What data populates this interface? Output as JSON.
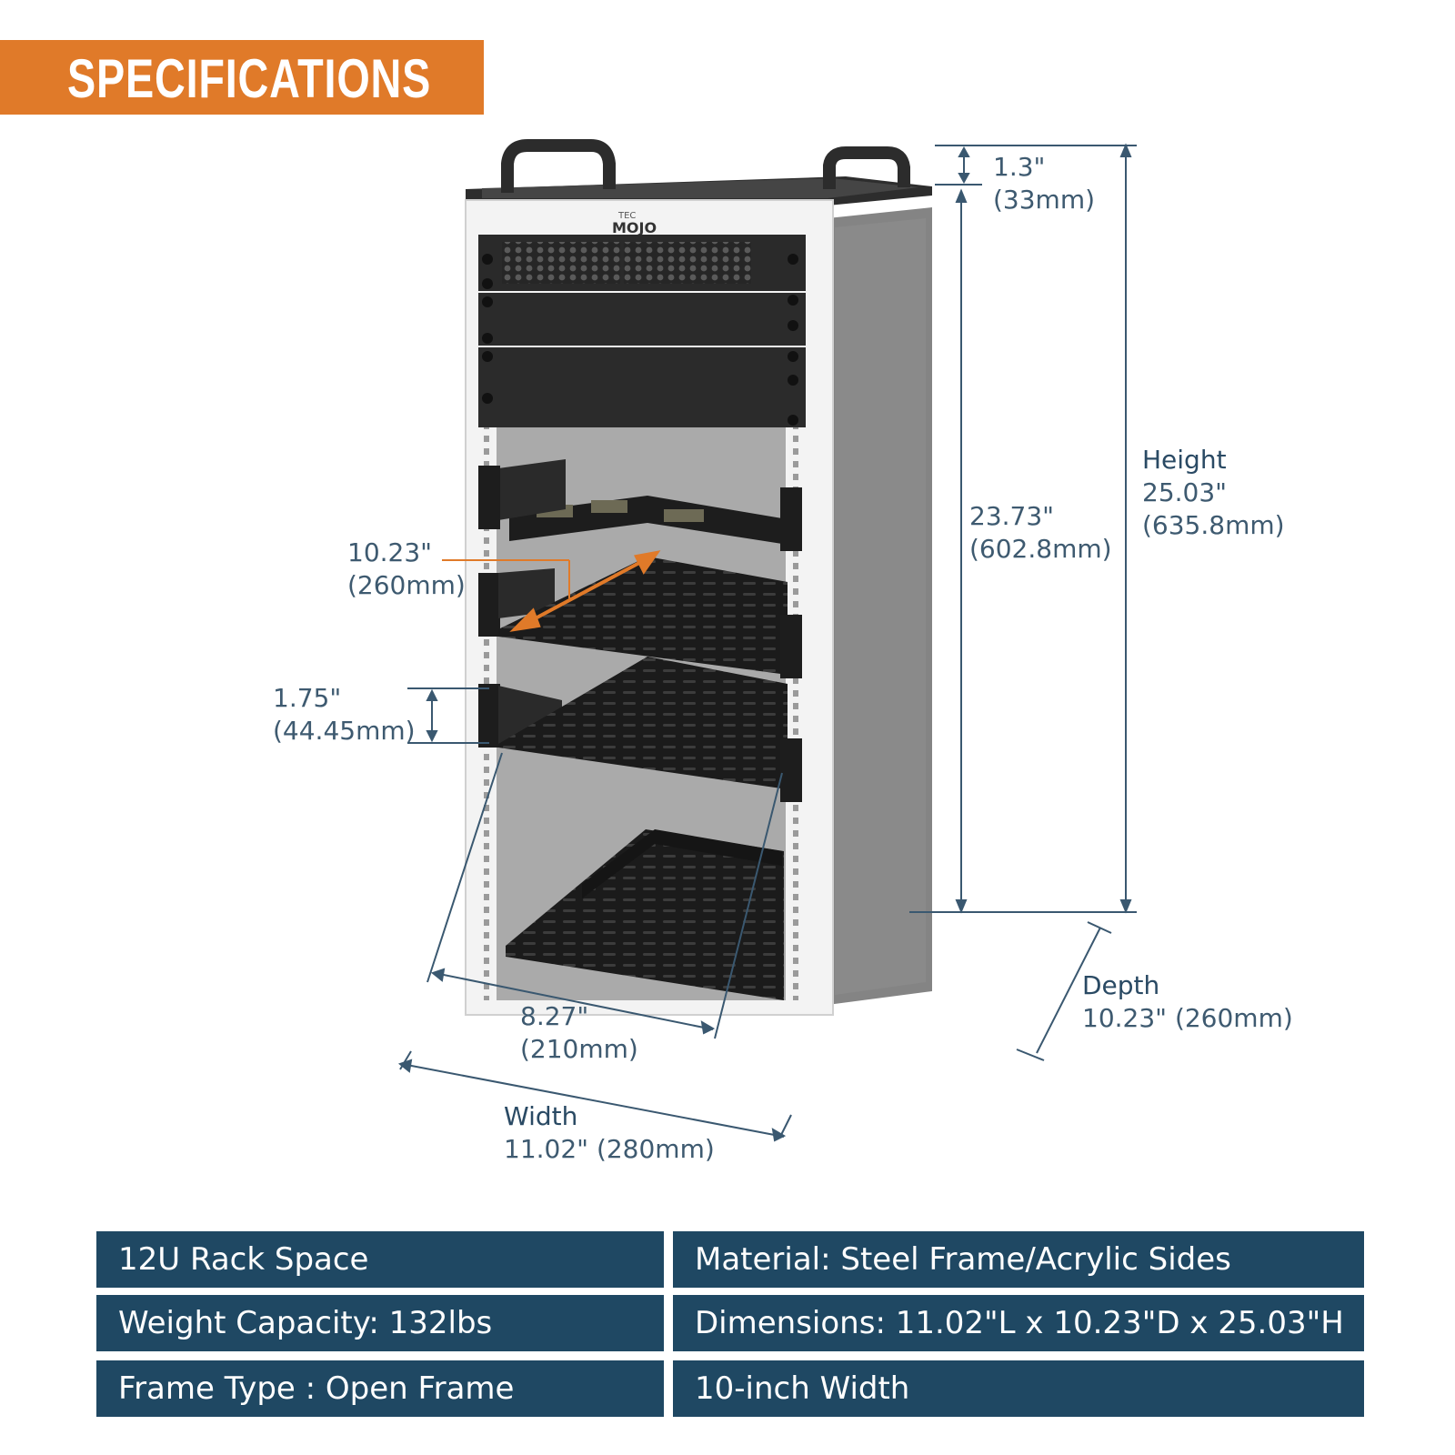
{
  "banner": {
    "title": "SPECIFICATIONS"
  },
  "product": {
    "brand_top": "TEC",
    "brand": "MOJO"
  },
  "dimensions": {
    "top_gap": {
      "value": "1.3\"",
      "metric": "(33mm)"
    },
    "inner_height": {
      "value": "23.73\"",
      "metric": "(602.8mm)"
    },
    "height": {
      "label": "Height",
      "value": "25.03\"",
      "metric": "(635.8mm)"
    },
    "shelf_depth": {
      "value": "10.23\"",
      "metric": "(260mm)"
    },
    "unit_height": {
      "value": "1.75\"",
      "metric": "(44.45mm)"
    },
    "inner_width": {
      "value": "8.27\"",
      "metric": "(210mm)"
    },
    "width": {
      "label": "Width",
      "value": "11.02\" (280mm)"
    },
    "depth": {
      "label": "Depth",
      "value": "10.23\" (260mm)"
    }
  },
  "specs": [
    [
      "12U Rack Space",
      "Material: Steel Frame/Acrylic Sides"
    ],
    [
      "Weight Capacity: 132lbs",
      "Dimensions: 11.02\"L x 10.23\"D x 25.03\"H"
    ],
    [
      "Frame Type : Open Frame",
      "10-inch Width"
    ]
  ],
  "colors": {
    "banner": "#e07a29",
    "table": "#1f4863",
    "dimension_text": "#3e5a70",
    "accent_arrow": "#e07a29"
  }
}
